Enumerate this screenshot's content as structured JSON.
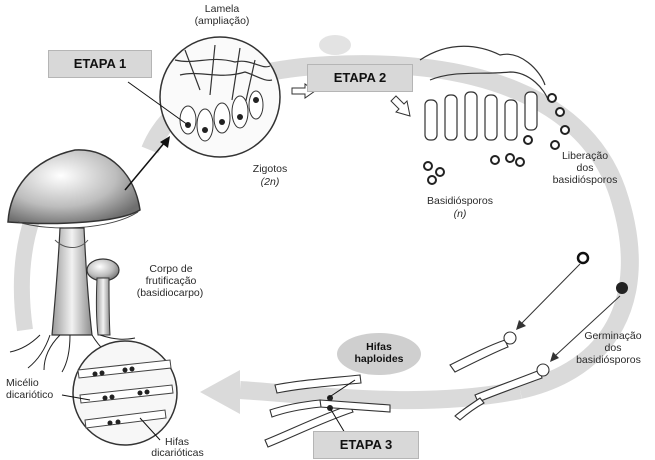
{
  "stages": {
    "etapa1": "ETAPA 1",
    "etapa2": "ETAPA 2",
    "etapa3": "ETAPA 3"
  },
  "labels": {
    "lamela_title": "Lamela",
    "lamela_sub": "(ampliação)",
    "zigotos": "Zigotos",
    "zigotos_n": "(2n)",
    "basidiosporos": "Basidiósporos",
    "basidiosporos_n": "(n)",
    "liberacao_1": "Liberação",
    "liberacao_2": "dos",
    "liberacao_3": "basidiósporos",
    "corpo_1": "Corpo de",
    "corpo_2": "frutificação",
    "corpo_3": "(basidiocarpo)",
    "germinacao_1": "Germinação",
    "germinacao_2": "dos",
    "germinacao_3": "basidiósporos",
    "hifas_haploides_1": "Hifas",
    "hifas_haploides_2": "haploides",
    "micelio_1": "Micélio",
    "micelio_2": "dicariótico",
    "hifas_dicarioticas_1": "Hifas",
    "hifas_dicarioticas_2": "dicarióticas"
  },
  "colors": {
    "cycle_arrow": "#d9d9d9",
    "stage_box": "#d8d8d8",
    "ink": "#222222"
  }
}
